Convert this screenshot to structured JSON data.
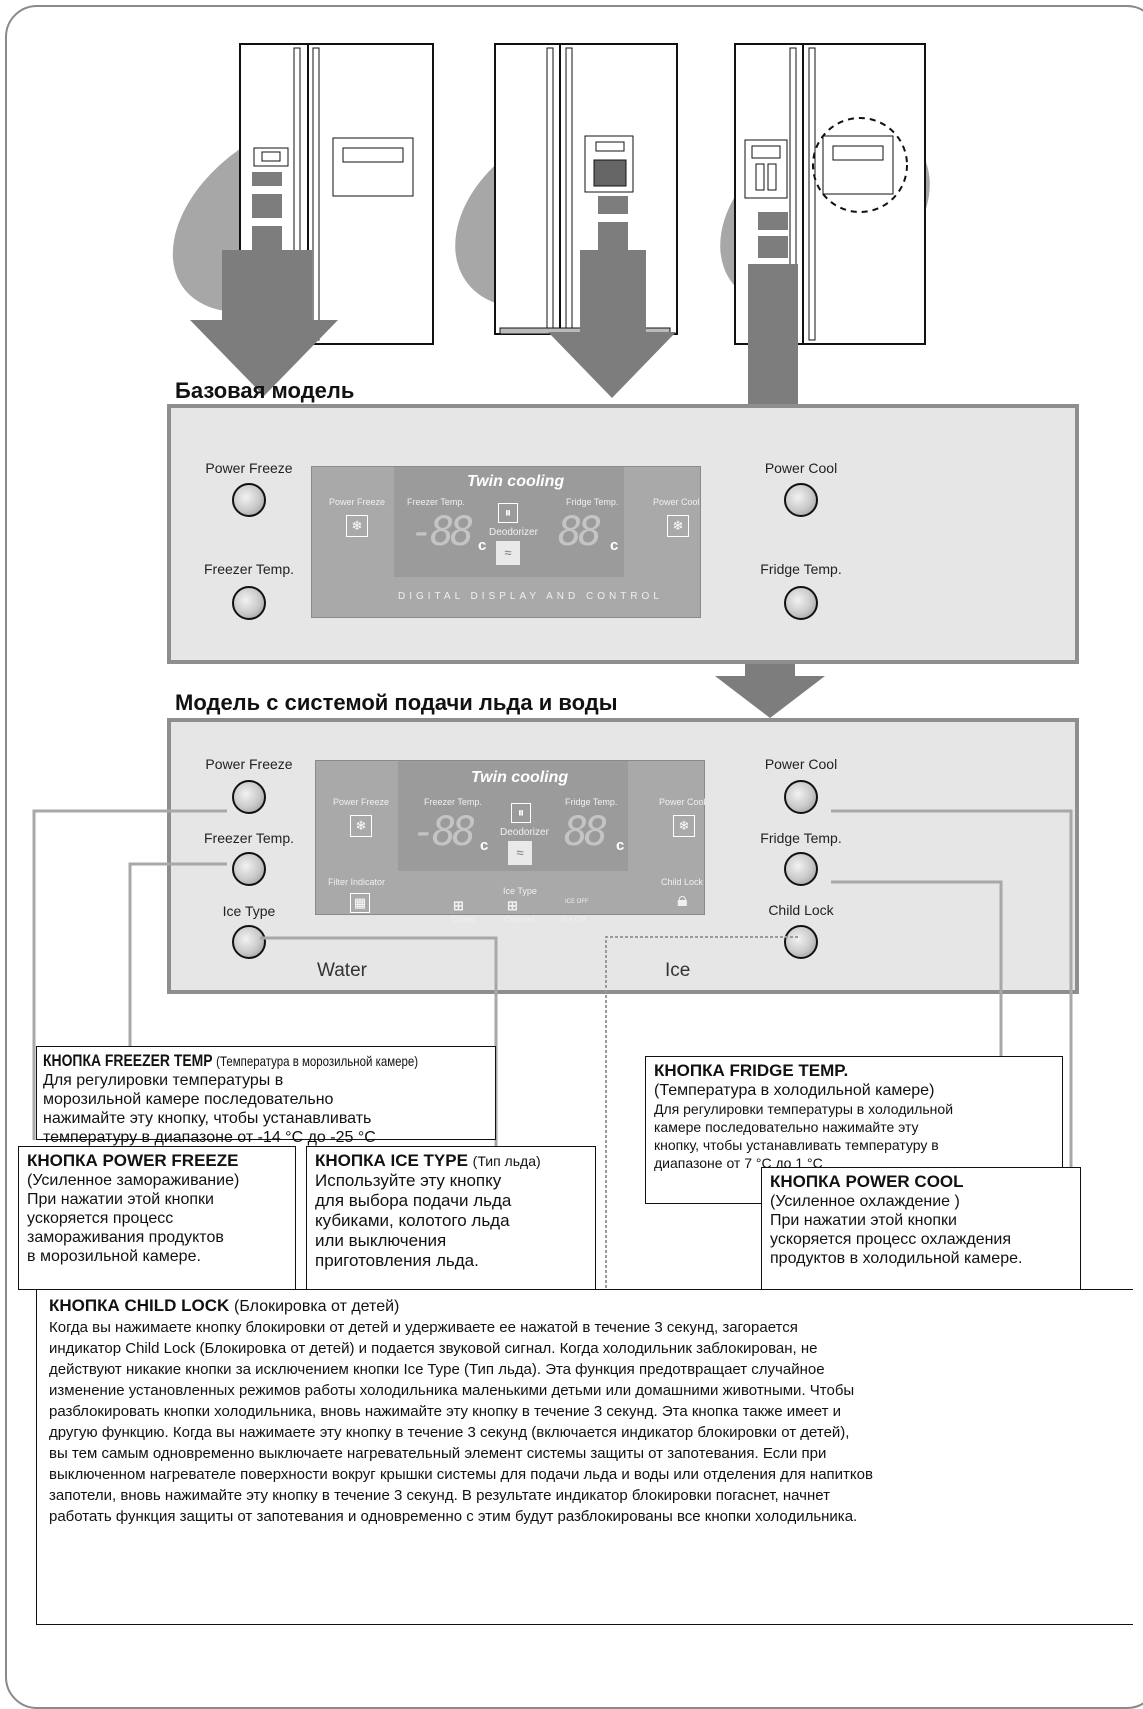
{
  "section_titles": {
    "basic": "Базовая модель",
    "dispenser": "Модель с системой подачи льда и воды"
  },
  "panel_basic": {
    "left_top_label": "Power Freeze",
    "left_bottom_label": "Freezer Temp.",
    "right_top_label": "Power Cool",
    "right_bottom_label": "Fridge Temp.",
    "display": {
      "title": "Twin cooling",
      "power_freeze": "Power Freeze",
      "freezer_temp": "Freezer Temp.",
      "fridge_temp": "Fridge Temp.",
      "power_cool": "Power Cool",
      "deodorizer": "Deodorizer",
      "digits": "-88",
      "digits_right": "88",
      "unit": "c",
      "footer": "DIGITAL DISPLAY AND CONTROL"
    }
  },
  "panel_dispenser": {
    "left_labels": [
      "Power Freeze",
      "Freezer Temp.",
      "Ice Type"
    ],
    "right_labels": [
      "Power Cool",
      "Fridge Temp.",
      "Child Lock"
    ],
    "bottom_left": "Water",
    "bottom_right": "Ice",
    "display": {
      "title": "Twin cooling",
      "power_freeze": "Power Freeze",
      "freezer_temp": "Freezer Temp.",
      "fridge_temp": "Fridge Temp.",
      "power_cool": "Power Cool",
      "deodorizer": "Deodorizer",
      "digits": "-88",
      "digits_right": "88",
      "unit": "c",
      "filter_indicator": "Filter Indicator",
      "child_lock": "Child Lock",
      "ice_type": "Ice Type",
      "cubed": "Cubed",
      "crushed": "Crushed",
      "ice_off": "Ice Off",
      "ice_off_icon_text": "ICE OFF"
    }
  },
  "callouts": {
    "freezer_temp": {
      "head": "КНОПКА FREEZER TEMP",
      "head_sub": "(Температура в морозильной камере)",
      "lines": [
        "Для регулировки температуры в",
        "морозильной камере последовательно",
        "нажимайте эту кнопку, чтобы устанавливать",
        "температуру в диапазоне от -14 °C до -25 °C"
      ]
    },
    "fridge_temp": {
      "head": "КНОПКА FRIDGE TEMP.",
      "sub": "(Температура в холодильной камере)",
      "lines": [
        "Для регулировки температуры в холодильной",
        "камере последовательно нажимайте эту",
        "кнопку, чтобы устанавливать температуру в",
        "диапазоне от 7 °C до 1 °C"
      ]
    },
    "power_freeze": {
      "head": "КНОПКА POWER FREEZE",
      "sub": "(Усиленное замораживание)",
      "lines": [
        "При нажатии этой кнопки",
        "ускоряется процесс",
        "замораживания продуктов",
        "в морозильной камере."
      ]
    },
    "ice_type": {
      "head": "КНОПКА ICE TYPE",
      "head_sub": "(Тип льда)",
      "lines": [
        "Используйте эту кнопку",
        "для выбора подачи льда",
        "кубиками, колотого льда",
        "или выключения",
        "приготовления льда."
      ]
    },
    "power_cool": {
      "head": "КНОПКА POWER COOL",
      "sub": "(Усиленное охлаждение )",
      "lines": [
        "При нажатии этой кнопки",
        "ускоряется процесс охлаждения",
        "продуктов в холодильной камере."
      ]
    },
    "child_lock": {
      "head": "КНОПКА CHILD LOCK",
      "head_sub": "(Блокировка от детей)",
      "lines": [
        "Когда вы нажимаете кнопку блокировки от детей и удерживаете ее нажатой в течение 3 секунд, загорается",
        "индикатор Child Lock (Блокировка от детей) и подается звуковой сигнал. Когда холодильник заблокирован, не",
        "действуют никакие кнопки за исключением кнопки Ice Type (Тип льда). Эта функция предотвращает случайное",
        "изменение установленных режимов работы холодильника маленькими детьми или домашними животными. Чтобы",
        "разблокировать кнопки холодильника, вновь нажимайте эту кнопку в течение 3 секунд. Эта кнопка также имеет и",
        "другую функцию. Когда вы нажимаете эту кнопку в течение 3 секунд (включается индикатор блокировки от детей),",
        "вы тем самым одновременно выключаете нагревательный элемент системы защиты от запотевания. Если при",
        "выключенном нагревателе поверхности вокруг крышки системы для подачи льда и воды или отделения для напитков",
        "запотели, вновь нажимайте эту кнопку в течение 3 секунд. В результате индикатор блокировки погаснет, начнет",
        "работать функция защиты от запотевания и одновременно с этим будут разблокированы все кнопки холодильника."
      ]
    }
  }
}
